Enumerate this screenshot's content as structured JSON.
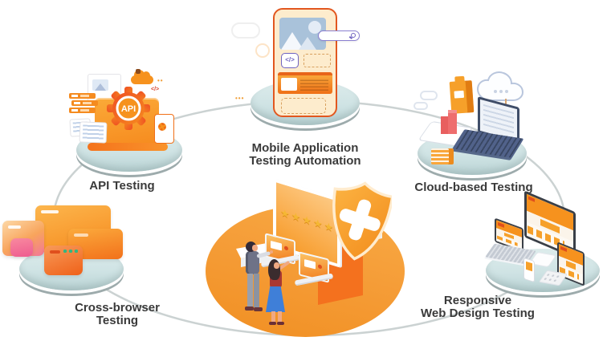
{
  "diagram": {
    "type": "software-testing-types-infographic",
    "center_icons": [
      "monitor-five-stars",
      "shield-plus",
      "two-testers-at-desk"
    ]
  },
  "labels": {
    "api": "API Testing",
    "mobile1": "Mobile Application",
    "mobile2": "Testing Automation",
    "cloud": "Cloud-based Testing",
    "cross1": "Cross-browser",
    "cross2": "Testing",
    "resp1": "Responsive",
    "resp2": "Web Design Testing"
  },
  "badges": {
    "api_gear": "API",
    "code_chip": "</>"
  },
  "center": {
    "stars": "★★★★★",
    "star_count": 5
  },
  "colors": {
    "background": "#ffffff",
    "accent_orange": "#f6921e",
    "deep_orange": "#f07018",
    "center_ellipse": "#f59d38",
    "platform_teal": "#cfe3e4",
    "platform_rim": "#9dabac",
    "connector_gray": "#cbd2d2",
    "text_dark": "#3a3a3a",
    "star_gold": "#f5b733",
    "purple_accent": "#6f63c0",
    "cloud_stroke_blue": "#b9c6dd",
    "laptop_navy": "#3f4d68",
    "pink_window": "#f2769b",
    "green_window_dots": "#35b57f",
    "chart_red": "#e85f5f",
    "skirt_blue": "#3f7fd8"
  }
}
